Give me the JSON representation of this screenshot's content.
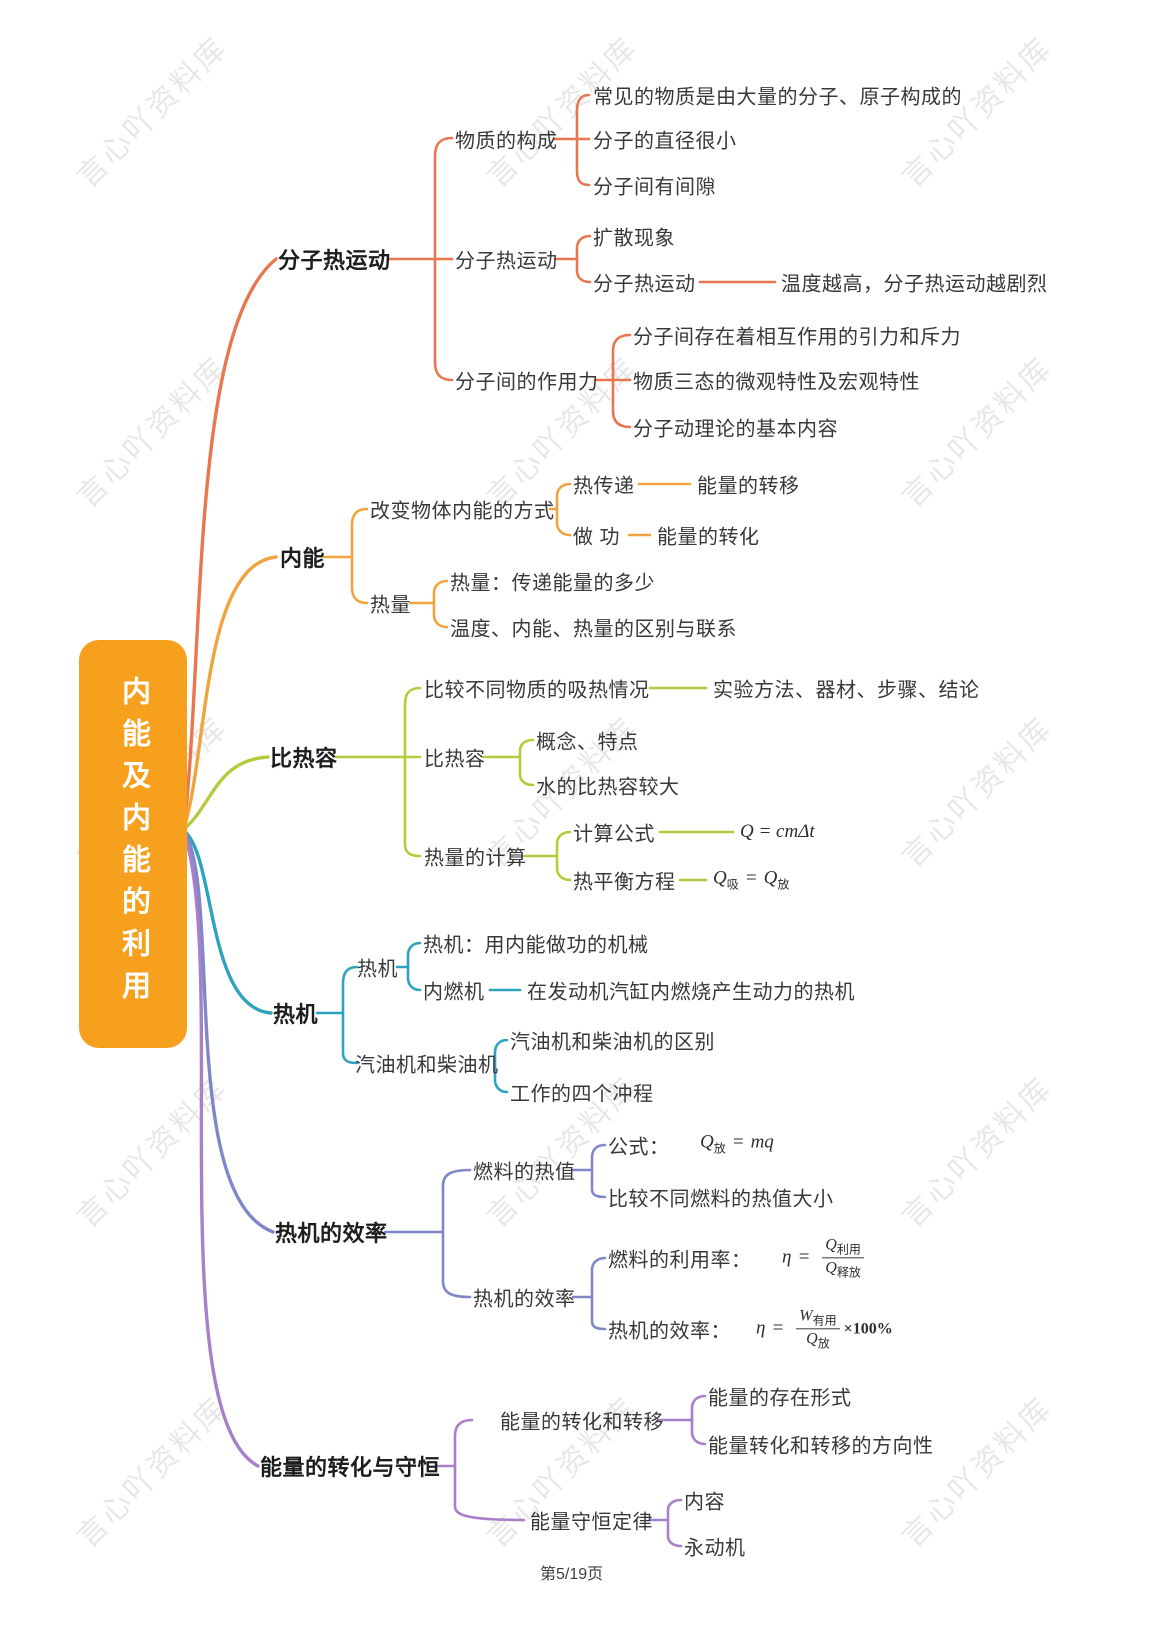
{
  "root": {
    "title": "内能及内能的利用"
  },
  "branches": [
    {
      "label": "分子热运动",
      "children": [
        {
          "label": "物质的构成",
          "children": [
            {
              "label": "常见的物质是由大量的分子、原子构成的"
            },
            {
              "label": "分子的直径很小"
            },
            {
              "label": "分子间有间隙"
            }
          ]
        },
        {
          "label": "分子热运动",
          "children": [
            {
              "label": "扩散现象"
            },
            {
              "label": "分子热运动",
              "children": [
                {
                  "label": "温度越高，分子热运动越剧烈"
                }
              ]
            }
          ]
        },
        {
          "label": "分子间的作用力",
          "children": [
            {
              "label": "分子间存在着相互作用的引力和斥力"
            },
            {
              "label": "物质三态的微观特性及宏观特性"
            },
            {
              "label": "分子动理论的基本内容"
            }
          ]
        }
      ]
    },
    {
      "label": "内能",
      "children": [
        {
          "label": "改变物体内能的方式",
          "children": [
            {
              "label": "热传递",
              "children": [
                {
                  "label": "能量的转移"
                }
              ]
            },
            {
              "label": "做 功",
              "children": [
                {
                  "label": "能量的转化"
                }
              ]
            }
          ]
        },
        {
          "label": "热量",
          "children": [
            {
              "label": "热量：传递能量的多少"
            },
            {
              "label": "温度、内能、热量的区别与联系"
            }
          ]
        }
      ]
    },
    {
      "label": "比热容",
      "children": [
        {
          "label": "比较不同物质的吸热情况",
          "children": [
            {
              "label": "实验方法、器材、步骤、结论"
            }
          ]
        },
        {
          "label": "比热容",
          "children": [
            {
              "label": "概念、特点"
            },
            {
              "label": "水的比热容较大"
            }
          ]
        },
        {
          "label": "热量的计算",
          "children": [
            {
              "label": "计算公式"
            },
            {
              "label": "热平衡方程"
            }
          ]
        }
      ]
    },
    {
      "label": "热机",
      "children": [
        {
          "label": "热机",
          "children": [
            {
              "label": "热机：用内能做功的机械"
            },
            {
              "label": "内燃机",
              "children": [
                {
                  "label": "在发动机汽缸内燃烧产生动力的热机"
                }
              ]
            }
          ]
        },
        {
          "label": "汽油机和柴油机",
          "children": [
            {
              "label": "汽油机和柴油机的区别"
            },
            {
              "label": "工作的四个冲程"
            }
          ]
        }
      ]
    },
    {
      "label": "热机的效率",
      "children": [
        {
          "label": "燃料的热值",
          "children": [
            {
              "label": "公式："
            },
            {
              "label": "比较不同燃料的热值大小"
            }
          ]
        },
        {
          "label": "热机的效率",
          "children": [
            {
              "label": "燃料的利用率："
            },
            {
              "label": "热机的效率："
            }
          ]
        }
      ]
    },
    {
      "label": "能量的转化与守恒",
      "children": [
        {
          "label": "能量的转化和转移",
          "children": [
            {
              "label": "能量的存在形式"
            },
            {
              "label": "能量转化和转移的方向性"
            }
          ]
        },
        {
          "label": "能量守恒定律",
          "children": [
            {
              "label": "内容"
            },
            {
              "label": "永动机"
            }
          ]
        }
      ]
    }
  ],
  "formulas": {
    "calc": {
      "expr": "Q = cmΔt"
    },
    "balance": {
      "lb": "Q",
      "ls": "吸",
      "eq": "=",
      "rb": "Q",
      "rs": "放"
    },
    "heat_value": {
      "lb": "Q",
      "ls": "放",
      "eq": "=",
      "rhs": "mq"
    },
    "fuel_rate": {
      "eta": "η",
      "eq": "=",
      "num_b": "Q",
      "num_s": "利用",
      "den_b": "Q",
      "den_s": "释放"
    },
    "engine_eff": {
      "eta": "η",
      "eq": "=",
      "num_b": "W",
      "num_s": "有用",
      "den_b": "Q",
      "den_s": "放",
      "times": "×100%"
    }
  },
  "footer": {
    "page": "第5/19页"
  },
  "watermark": {
    "text": "言心吖资料库"
  },
  "colors": {
    "root": "#F7A01E",
    "branch1": "#E8764E",
    "branch2": "#F0A43E",
    "branch3": "#B5CB3B",
    "branch4": "#2FA2BE",
    "branch5": "#8087C7",
    "branch6": "#A87FC9"
  }
}
